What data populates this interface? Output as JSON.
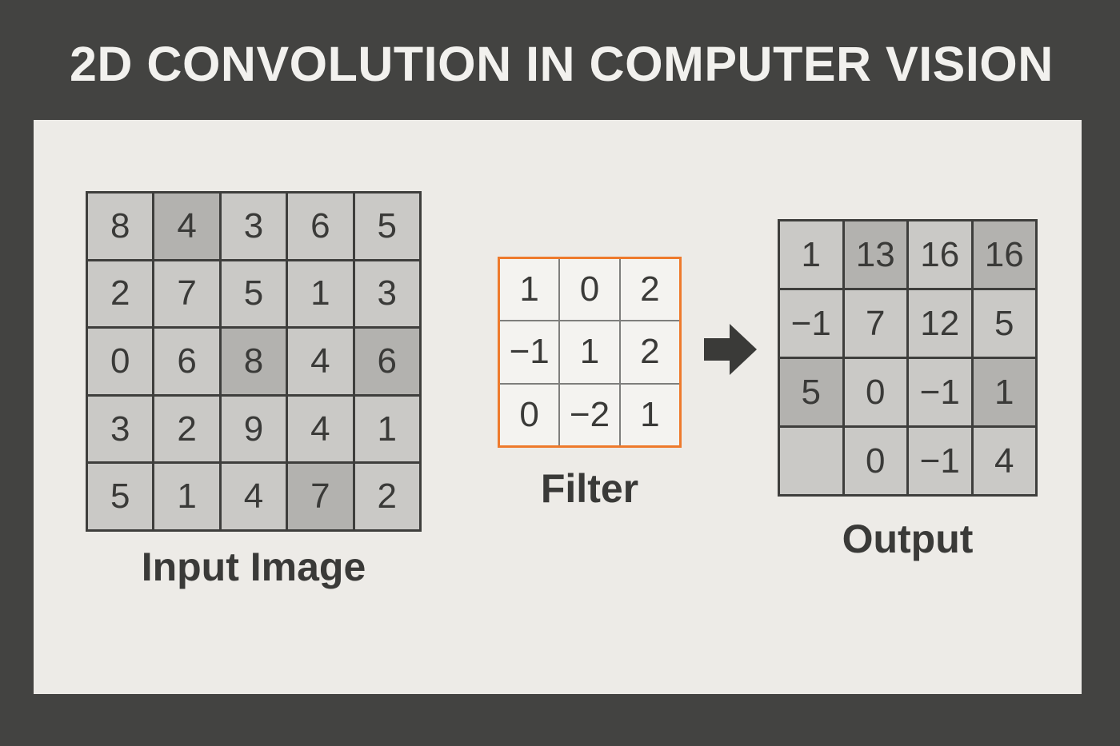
{
  "title": "2D CONVOLUTION IN COMPUTER VISION",
  "colors": {
    "background": "#434341",
    "panel": "#edebe7",
    "cell": "#cac9c6",
    "cell_dark": "#b3b2af",
    "filter_border": "#ee7a2c",
    "text": "#3a3a38"
  },
  "input_image": {
    "label": "Input Image",
    "cells": [
      {
        "value": "8",
        "shade": "light"
      },
      {
        "value": "4",
        "shade": "dark"
      },
      {
        "value": "3",
        "shade": "light"
      },
      {
        "value": "6",
        "shade": "light"
      },
      {
        "value": "5",
        "shade": "light"
      },
      {
        "value": "2",
        "shade": "light"
      },
      {
        "value": "7",
        "shade": "light"
      },
      {
        "value": "5",
        "shade": "light"
      },
      {
        "value": "1",
        "shade": "light"
      },
      {
        "value": "3",
        "shade": "light"
      },
      {
        "value": "0",
        "shade": "light"
      },
      {
        "value": "6",
        "shade": "light"
      },
      {
        "value": "8",
        "shade": "dark"
      },
      {
        "value": "4",
        "shade": "light"
      },
      {
        "value": "6",
        "shade": "dark"
      },
      {
        "value": "3",
        "shade": "light"
      },
      {
        "value": "2",
        "shade": "light"
      },
      {
        "value": "9",
        "shade": "light"
      },
      {
        "value": "4",
        "shade": "light"
      },
      {
        "value": "1",
        "shade": "light"
      },
      {
        "value": "5",
        "shade": "light"
      },
      {
        "value": "1",
        "shade": "light"
      },
      {
        "value": "4",
        "shade": "light"
      },
      {
        "value": "7",
        "shade": "dark"
      },
      {
        "value": "2",
        "shade": "light"
      }
    ]
  },
  "filter": {
    "label": "Filter",
    "cells": [
      {
        "value": "1"
      },
      {
        "value": "0"
      },
      {
        "value": "2"
      },
      {
        "value": "−1"
      },
      {
        "value": "1"
      },
      {
        "value": "2"
      },
      {
        "value": "0"
      },
      {
        "value": "−2"
      },
      {
        "value": "1"
      }
    ]
  },
  "output": {
    "label": "Output",
    "cells": [
      {
        "value": "1",
        "shade": "light"
      },
      {
        "value": "13",
        "shade": "dark"
      },
      {
        "value": "16",
        "shade": "light"
      },
      {
        "value": "16",
        "shade": "dark"
      },
      {
        "value": "−1",
        "shade": "light"
      },
      {
        "value": "7",
        "shade": "light"
      },
      {
        "value": "12",
        "shade": "light"
      },
      {
        "value": "5",
        "shade": "light"
      },
      {
        "value": "5",
        "shade": "dark"
      },
      {
        "value": "0",
        "shade": "light"
      },
      {
        "value": "−1",
        "shade": "light"
      },
      {
        "value": "1",
        "shade": "dark"
      },
      {
        "value": "",
        "shade": "light"
      },
      {
        "value": "0",
        "shade": "light"
      },
      {
        "value": "−1",
        "shade": "light"
      },
      {
        "value": "4",
        "shade": "light"
      }
    ]
  },
  "arrow_icon": "right-arrow-icon"
}
